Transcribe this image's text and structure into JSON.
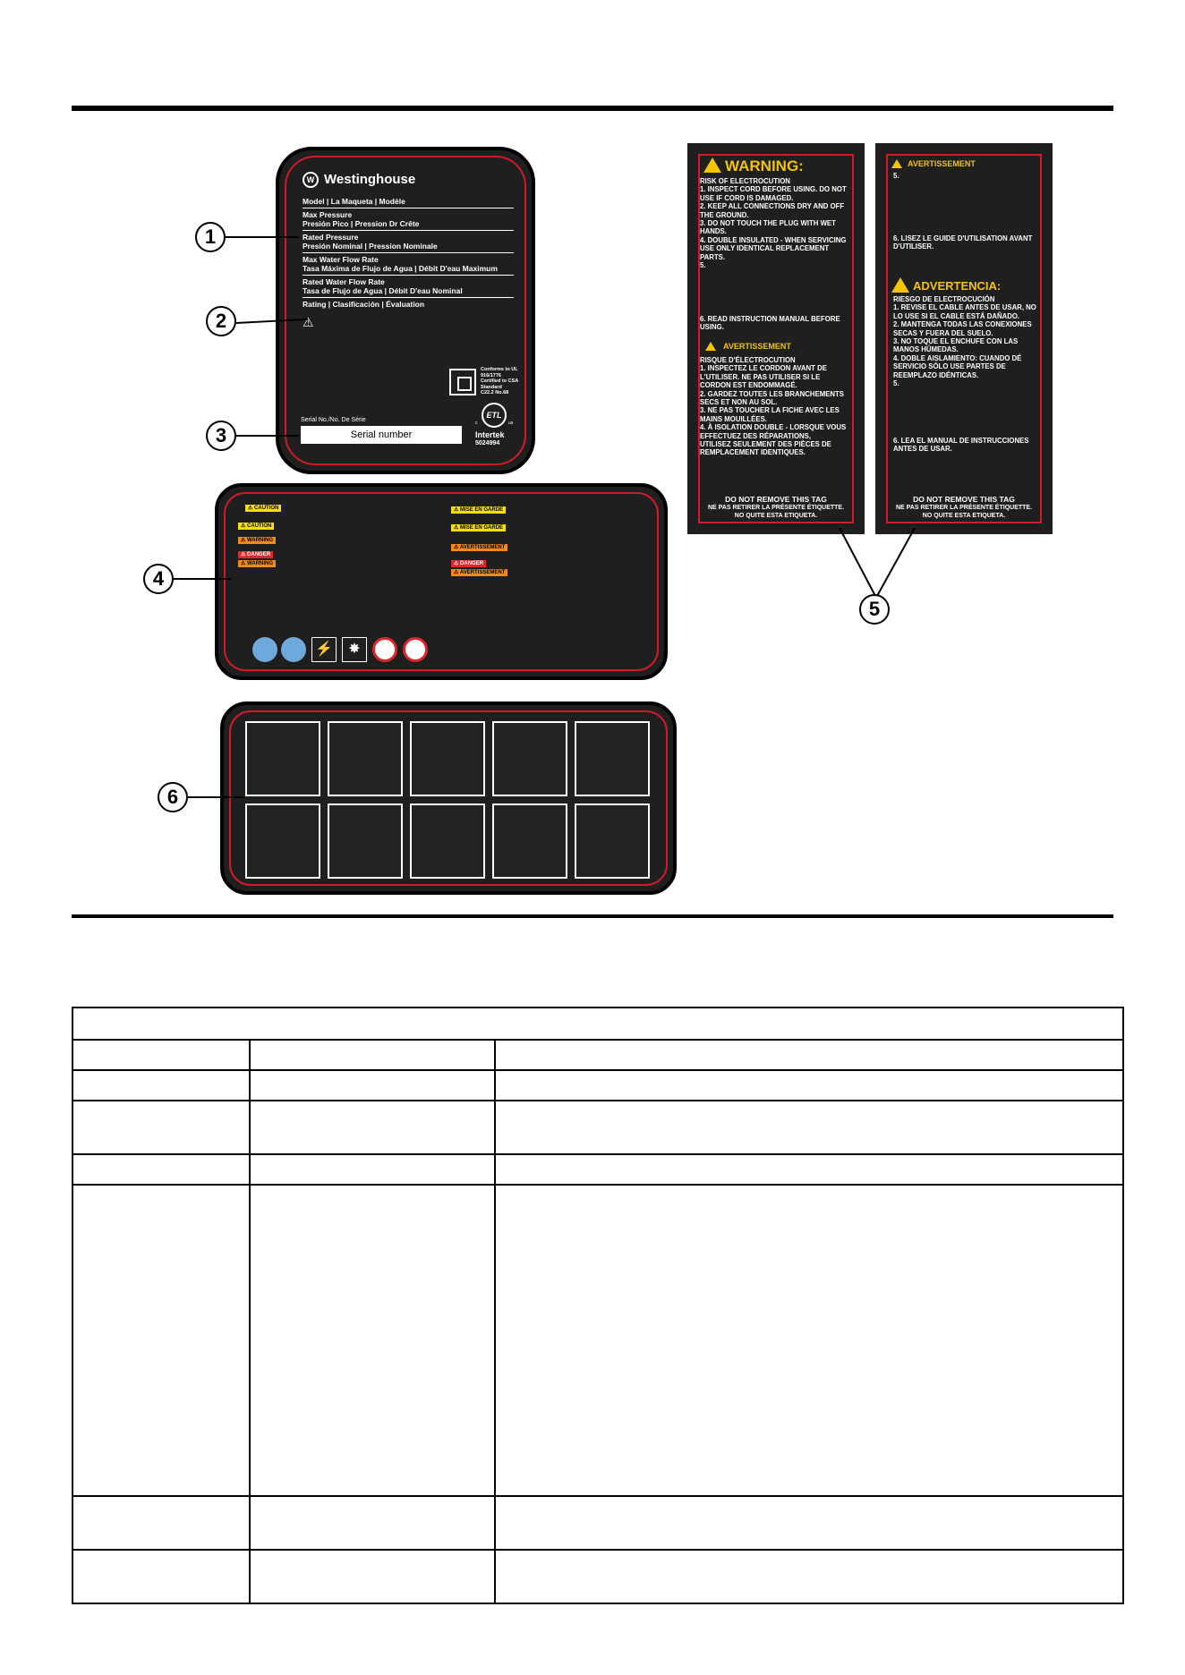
{
  "label1": {
    "brand": "Westinghouse",
    "rows": [
      {
        "line1": "Model | La Maqueta | Modèle",
        "line2": ""
      },
      {
        "line1": "Max Pressure",
        "line2": "Presión Pico | Pression Dr Crête"
      },
      {
        "line1": "Rated Pressure",
        "line2": "Presión Nominal | Pression Nominale"
      },
      {
        "line1": "Max Water Flow Rate",
        "line2": "Tasa Máxima de Flujo de Agua | Débit D'eau Maximum"
      },
      {
        "line1": "Rated Water Flow Rate",
        "line2": "Tasa de Flujo de Agua | Débit D'eau Nominal"
      },
      {
        "line1": "Rating | Clasificación | Évaluation",
        "line2": ""
      }
    ],
    "warning_symbol": "⚠",
    "conformity": "Conforms to UL\n916/1776\nCertified to CSA\nStandard\nC22.2 No.68",
    "etl_mark": "ETL",
    "etl_us": "us",
    "etl_c": "c",
    "intertek": "Intertek",
    "intertek_no": "5024994",
    "serial_label": "Serial No./No. De Série",
    "serial_value": "Serial number"
  },
  "label4": {
    "left_pills": [
      {
        "text": "⚠ CAUTION",
        "color": "yellow"
      },
      {
        "text": "⚠ CAUTION",
        "color": "yellow"
      },
      {
        "text": "⚠ WARNING",
        "color": "orange"
      },
      {
        "text": "⚠ DANGER",
        "color": "red"
      },
      {
        "text": "⚠ WARNING",
        "color": "orange"
      }
    ],
    "right_pills": [
      {
        "text": "⚠ MISE EN GARDE",
        "color": "yellow"
      },
      {
        "text": "⚠ MISE EN GARDE",
        "color": "yellow"
      },
      {
        "text": "⚠ AVERTISSEMENT",
        "color": "orange"
      },
      {
        "text": "⚠ DANGER",
        "color": "red"
      },
      {
        "text": "⚠ AVERTISSEMENT",
        "color": "orange"
      }
    ]
  },
  "tag_left": {
    "heading": "WARNING:",
    "body1": "RISK OF ELECTROCUTION\n1. INSPECT CORD BEFORE USING. DO NOT\n    USE IF CORD IS DAMAGED.\n2. KEEP ALL CONNECTIONS DRY AND OFF\n    THE GROUND.\n3. DO NOT TOUCH THE PLUG WITH WET\n    HANDS.\n4. DOUBLE INSULATED - WHEN SERVICING\n    USE ONLY IDENTICAL REPLACEMENT\n    PARTS.\n5.",
    "body2": "6. READ INSTRUCTION MANUAL BEFORE\n    USING.",
    "heading2": "AVERTISSEMENT",
    "body3": "RISQUE D'ÉLECTROCUTION\n1. INSPECTEZ LE CORDON AVANT DE\n    L'UTILISER. NE PAS UTILISER SI LE\n    CORDON EST ENDOMMAGÉ.\n2. GARDEZ TOUTES LES BRANCHEMENTS\n    SECS ET NON AU SOL.\n3. NE PAS TOUCHER LA FICHE AVEC LES\n    MAINS MOUILLÉES.\n4. À ISOLATION DOUBLE - LORSQUE VOUS\n    EFFECTUEZ DES RÉPARATIONS,\n    UTILISEZ SEULEMENT DES PIÈCES DE\n    REMPLACEMENT IDENTIQUES.",
    "foot1": "DO NOT REMOVE THIS TAG",
    "foot2": "NE PAS RETIRER LA PRÉSENTE ÉTIQUETTE.\nNO QUITE ESTA ETIQUETA."
  },
  "tag_right": {
    "heading": "AVERTISSEMENT",
    "body1": "5.",
    "body2": "6. LISEZ LE GUIDE D'UTILISATION AVANT\n    D'UTILISER.",
    "heading2": "ADVERTENCIA:",
    "body3": "RIESGO DE ELECTROCUCIÓN\n1. REVISE EL CABLE ANTES DE USAR, NO\n    LO USE SI EL CABLE ESTÁ DAÑADO.\n2. MANTENGA TODAS LAS CONEXIONES\n    SECAS Y FUERA DEL SUELO.\n3. NO TOQUE EL ENCHUFE CON LAS\n    MANOS HÚMEDAS.\n4. DOBLE AISLAMIENTO: CUANDO DÉ\n    SERVICIO SÓLO USE PARTES DE\n    REEMPLAZO IDÉNTICAS.\n5.",
    "body4": "6. LEA EL MANUAL DE INSTRUCCIONES\n    ANTES DE USAR.",
    "foot1": "DO NOT REMOVE THIS TAG",
    "foot2": "NE PAS RETIRER LA PRÉSENTE ÉTIQUETTE.\nNO QUITE ESTA ETIQUETA."
  },
  "callouts": [
    "1",
    "2",
    "3",
    "4",
    "5",
    "6"
  ]
}
